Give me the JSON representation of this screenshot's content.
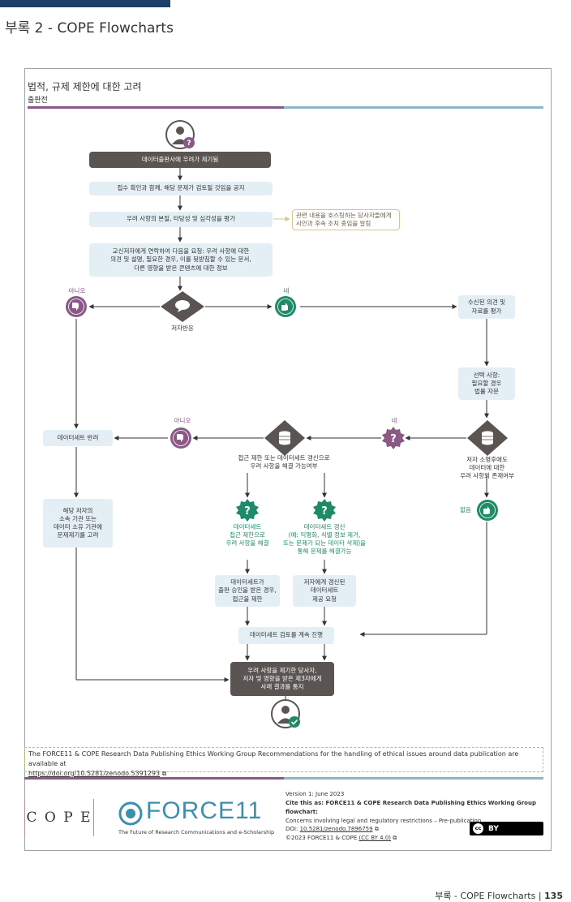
{
  "appendix_title": "부록 2 - COPE Flowcharts",
  "heading": "법적, 규제 제한에 대한 고려",
  "subheading": "출판전",
  "colors": {
    "purple": "#8a5a87",
    "teal": "#8fb4c2",
    "green": "#1e8a68",
    "dark": "#5a5552",
    "light_box": "#e3eff5",
    "note_border": "#d6c489"
  },
  "flow": {
    "start": "데이터출판사에 우려가 제기됨",
    "step1": "접수 확인과 함께, 해당 문제가 검토될 것임을 공지",
    "step2": "우려 사항의 본질, 타당성 및 심각성을 평가",
    "step2_note": "관련 내용을 호스팅하는 당사자들에게\n사안과 후속 조치 중임을 알림",
    "step3": "교신저자에게 연락하여 다음을 요청: 우려 사항에 대한\n의견 및 설명, 필요한 경우, 이를 뒷받침할 수 있는 문서,\n다른 영향을 받은 콘텐츠에 대한 정보",
    "no1": "아니오",
    "yes1": "네",
    "author_response": "저자반응",
    "evaluate": "수신된 의견 및\n자료를 평가",
    "legal": "선택 사항:\n필요할 경우\n법률 자문",
    "no2": "아니오",
    "yes2": "네",
    "dataset_return": "데이터세트 반려",
    "access_question": "접근 제한 또는 데이터세트 갱신으로\n우려 사항을 해결 가능여부",
    "owner_question": "저자 소명후에도\n데이터에 대한\n우려 사항의 존재여부",
    "none": "없음",
    "consider_removal": "해당 저자의\n소속 기관 또는\n데이터 소유 기관에\n문제제기를 고려",
    "restrict_label": "데이터세트\n접근 제한으로\n우려 사항을 해결",
    "update_label": "데이터세트 갱신\n(예: 익명화, 식별 정보 제거,\n또는 문제가 되는 데이터 삭제)을\n통해 문제를 해결가능",
    "restrict_action": "데이터세트가\n출판 승인을 받은 경우,\n접근을 제한",
    "update_action": "저자에게 갱신된\n데이터세트\n제공 요청",
    "continue_review": "데이터세트 검토를 계속 진행",
    "notify": "우려 사항을 제기한 당사자,\n저자 및 영향을 받은 제3자에게\n사례 결과를 통지"
  },
  "citation_note": "The FORCE11 & COPE Research Data Publishing Ethics Working Group Recommendations for the handling of ethical issues around data publication are available at",
  "citation_link": "https://doi.org/10.5281/zenodo.5391293",
  "footer": {
    "cope_logo": "C O P E",
    "force11_logo": "FORCE11",
    "force11_tagline": "The Future of Research Communications and e-Scholarship",
    "version": "Version 1: June 2023",
    "cite_line": "Cite this as: FORCE11 & COPE Research Data Publishing Ethics Working Group flowchart:",
    "cite_desc": "Concerns involving legal and regulatory restrictions – Pre-publication",
    "doi_label": "DOI:",
    "doi_link": "10.5281/zenodo.7896759",
    "copyright": "©2023 FORCE11 & COPE",
    "license_link": "(CC BY 4.0)",
    "cc_badge": "BY"
  },
  "page_footer": "부록 - COPE Flowcharts |",
  "page_number": "135"
}
